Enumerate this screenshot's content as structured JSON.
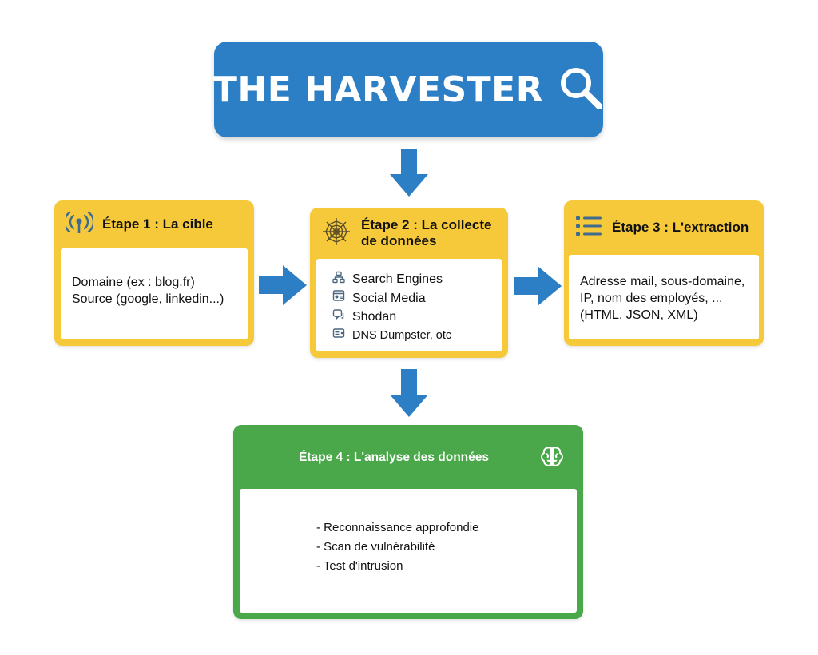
{
  "title": {
    "text": "THE HARVESTER",
    "icon": "magnifier-icon"
  },
  "colors": {
    "title_bg": "#2c7fc5",
    "arrow": "#2c7fc5",
    "step_frame": "#f6c93a",
    "analysis_frame": "#4aa84a"
  },
  "steps": {
    "step1": {
      "title": "Étape 1 : La cible",
      "icon": "antenna-icon",
      "lines": [
        "Domaine (ex : blog.fr)",
        "Source (google, linkedin...)"
      ]
    },
    "step2": {
      "title_line1": "Étape 2 : La collecte",
      "title_line2": "de données",
      "icon": "spider-web-icon",
      "sources": [
        {
          "label": "Search Engines",
          "icon": "network-icon"
        },
        {
          "label": "Social Media",
          "icon": "social-media-icon"
        },
        {
          "label": "Shodan",
          "icon": "chat-icon"
        },
        {
          "label": "DNS Dumpster, otc",
          "icon": "server-icon"
        }
      ]
    },
    "step3": {
      "title": "Étape 3 : L'extraction",
      "icon": "list-icon",
      "lines": [
        "Adresse mail, sous-domaine,",
        "IP, nom des employés, ...",
        "(HTML, JSON, XML)"
      ]
    },
    "step4": {
      "title": "Étape 4 : L'analyse des données",
      "icon": "brain-icon",
      "items": [
        "- Reconnaissance approfondie",
        "- Scan de vulnérabilité",
        "- Test d'intrusion"
      ]
    }
  }
}
